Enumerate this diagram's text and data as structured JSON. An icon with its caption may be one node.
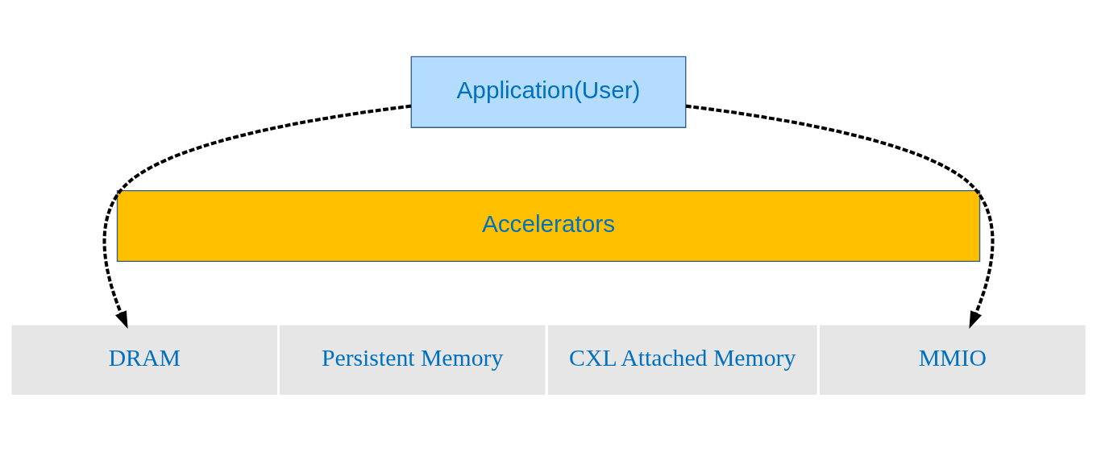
{
  "diagram": {
    "nodes": [
      {
        "text": [
          "Application(User)"
        ]
      },
      {
        "text": [
          "Accelerators"
        ]
      },
      {
        "text": [
          "DRAM"
        ]
      },
      {
        "text": [
          "Persistent Memory"
        ]
      },
      {
        "text": [
          "CXL Attached Memory"
        ]
      },
      {
        "text": [
          "MMIO"
        ]
      }
    ],
    "edges": [
      {
        "from": 0,
        "to": 2,
        "arrow": "to",
        "style": "dashed"
      },
      {
        "from": 0,
        "to": 5,
        "arrow": "to",
        "style": "dashed"
      }
    ]
  }
}
